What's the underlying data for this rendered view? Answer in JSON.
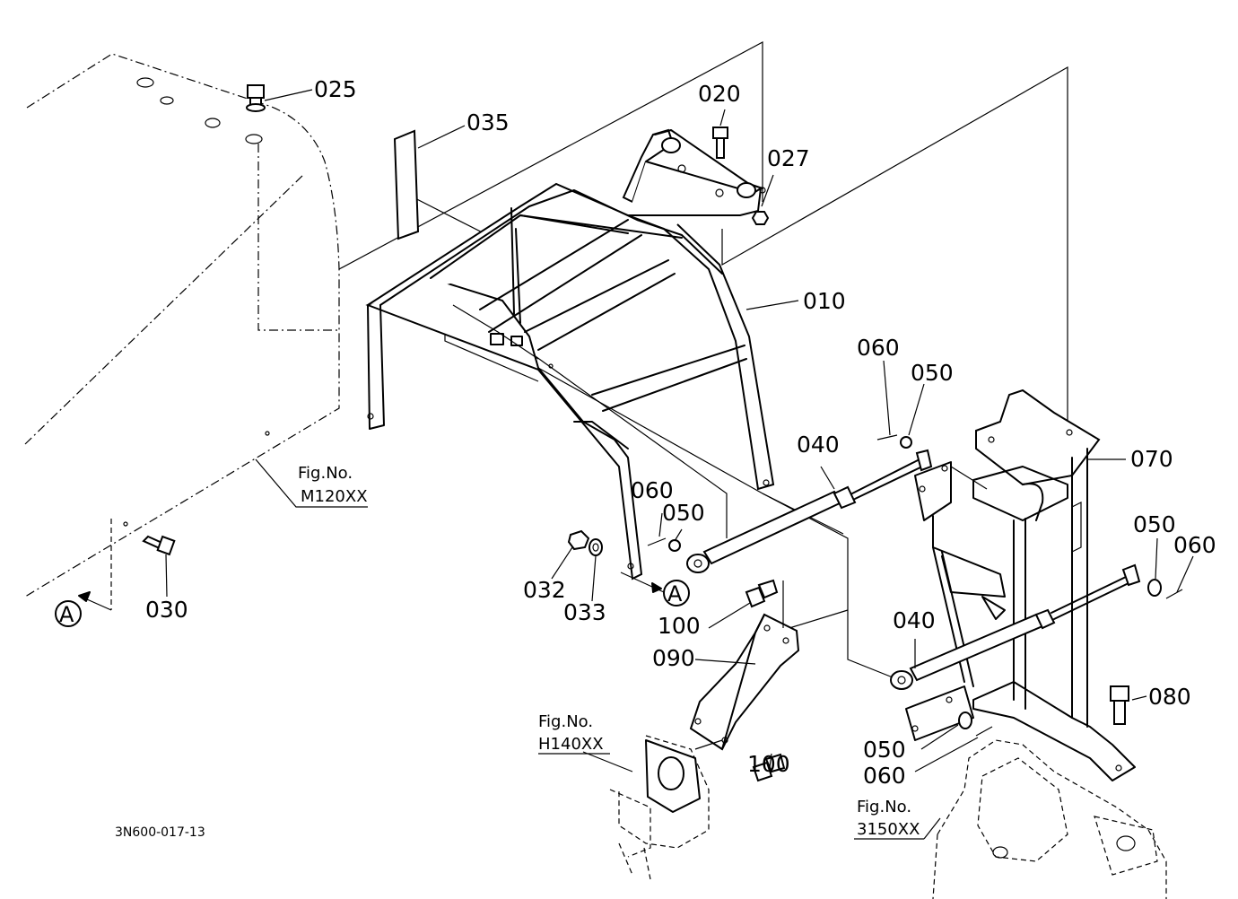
{
  "callouts": {
    "c010": "010",
    "c020": "020",
    "c025": "025",
    "c027": "027",
    "c030": "030",
    "c032": "032",
    "c033": "033",
    "c035": "035",
    "c040a": "040",
    "c040b": "040",
    "c050a": "050",
    "c050b": "050",
    "c050c": "050",
    "c050d": "050",
    "c060a": "060",
    "c060b": "060",
    "c060c": "060",
    "c060d": "060",
    "c070": "070",
    "c080": "080",
    "c090": "090",
    "c100a": "100",
    "c100b": "100"
  },
  "references": {
    "fig1_title": "Fig.No.",
    "fig1_code": "M120XX",
    "fig2_title": "Fig.No.",
    "fig2_code": "H140XX",
    "fig3_title": "Fig.No.",
    "fig3_code": "3150XX"
  },
  "view_markers": {
    "marker_left": "A",
    "marker_right": "A"
  },
  "drawing_code": "3N600-017-13"
}
